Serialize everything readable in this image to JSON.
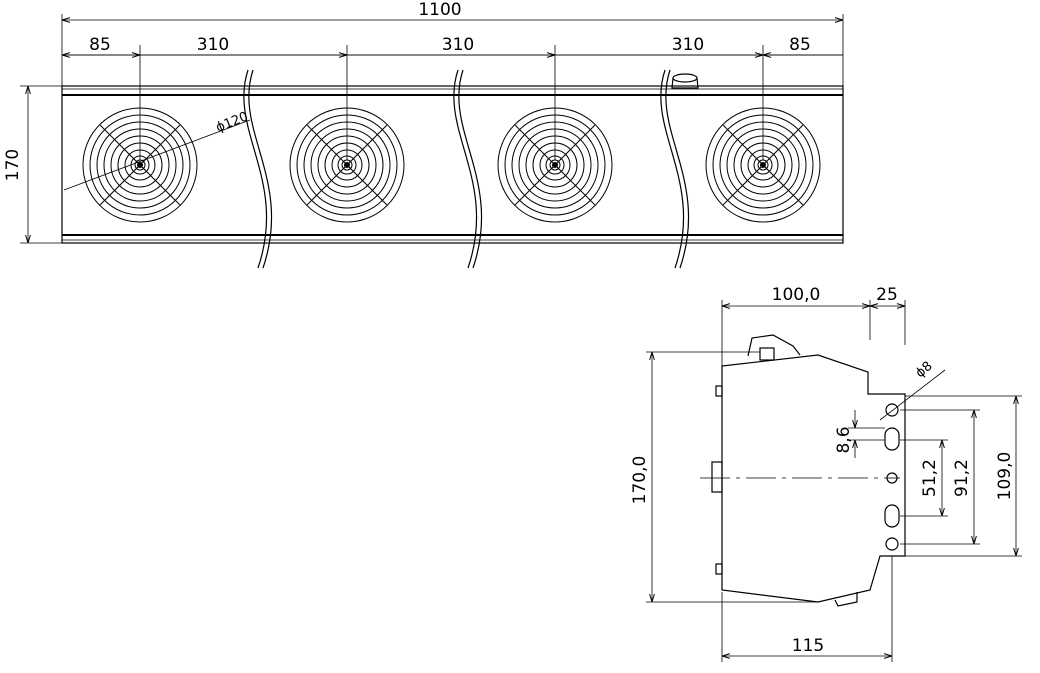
{
  "front_view": {
    "overall_length": "1100",
    "spacing": [
      "85",
      "310",
      "310",
      "310",
      "85"
    ],
    "height": "170",
    "fan_diameter": "ϕ120"
  },
  "side_view": {
    "depth": "100,0",
    "flange": "25",
    "hole_diameter": "ϕ8",
    "slot_length": "8,6",
    "slot_spacing_inner": "51,2",
    "slot_spacing_outer": "91,2",
    "hole_spacing": "109,0",
    "height": "170,0",
    "base_width": "115"
  }
}
